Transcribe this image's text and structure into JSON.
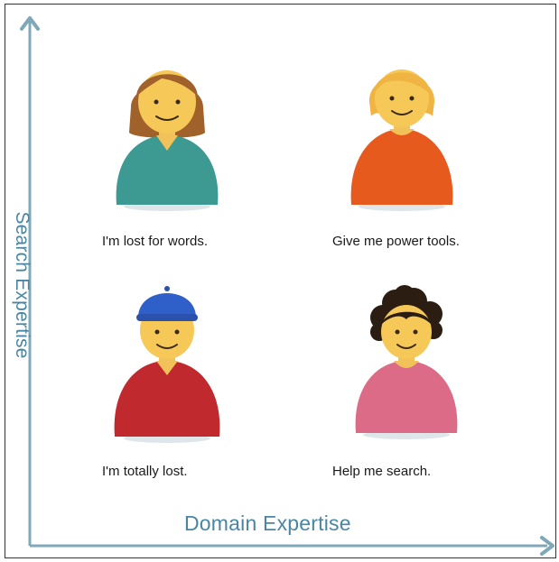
{
  "axes": {
    "y_label": "Search Expertise",
    "x_label": "Domain Expertise",
    "color": "#7fa8b8"
  },
  "personas": [
    {
      "caption": "I'm lost for words.",
      "shirt": "#3d9a92",
      "hair": "#a0612a"
    },
    {
      "caption": "Give me power tools.",
      "shirt": "#e65a1e",
      "hair": "#f0b442"
    },
    {
      "caption": "I'm totally lost.",
      "shirt": "#c0292e",
      "hat": "#2f5fc8"
    },
    {
      "caption": "Help me search.",
      "shirt": "#dc6b88",
      "hair": "#2b1d12"
    }
  ]
}
